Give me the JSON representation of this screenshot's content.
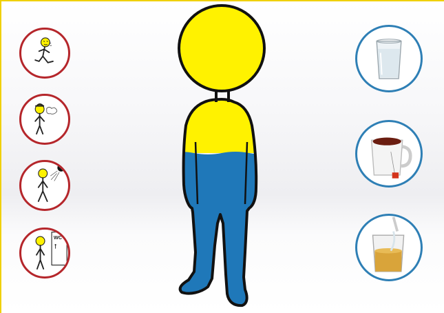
{
  "left_panels": [
    {
      "name": "running-person",
      "icon": "running-person-icon"
    },
    {
      "name": "cold-person",
      "icon": "cold-breath-person-icon"
    },
    {
      "name": "sun-person",
      "icon": "hot-sun-person-icon"
    },
    {
      "name": "toilet-person",
      "icon": "wc-door-person-icon",
      "sign": "WC"
    }
  ],
  "right_panels": [
    {
      "name": "glass-of-water",
      "icon": "water-glass-icon"
    },
    {
      "name": "cup-of-tea",
      "icon": "tea-cup-icon"
    },
    {
      "name": "glass-of-drink",
      "icon": "drink-glass-icon"
    }
  ],
  "figure": {
    "name": "hydration-person",
    "head_color": "#fff200",
    "body_top_color": "#fff200",
    "body_bottom_color": "#1f78b9",
    "outline_color": "#111111",
    "water_level_percent": 60
  },
  "colors": {
    "left_ring": "#b5262b",
    "right_ring": "#2e7fb5",
    "frame_border": "#f0d000"
  }
}
